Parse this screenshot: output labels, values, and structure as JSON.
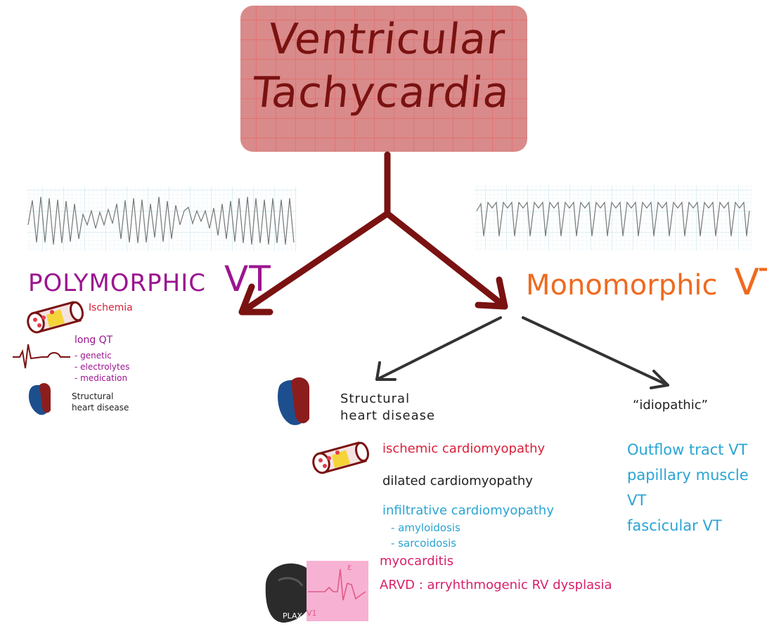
{
  "title": {
    "line1": "Ventricular",
    "line2": "Tachycardia"
  },
  "polymorphic": {
    "title_word": "POLYMORPHIC",
    "title_vt": "VT",
    "ischemia": "Ischemia",
    "long_qt": "long QT",
    "long_qt_items": [
      "- genetic",
      "- electrolytes",
      "- medication"
    ],
    "structural_line1": "Structural",
    "structural_line2": "heart disease"
  },
  "monomorphic": {
    "title_word": "Monomorphic",
    "title_vt": "VT",
    "structural": {
      "line1": "Structural",
      "line2": "heart disease",
      "ischemic": "ischemic cardiomyopathy",
      "dilated": "dilated cardiomyopathy",
      "infiltrative": "infiltrative cardiomyopathy",
      "infiltrative_items": [
        "- amyloidosis",
        "- sarcoidosis"
      ],
      "myocarditis": "myocarditis",
      "arvd": "ARVD : arryhthmogenic RV dysplasia",
      "plax_label": "PLAX",
      "v1_label": "V1",
      "epsilon_label": "ε"
    },
    "idiopathic": {
      "label": "“idiopathic”",
      "items": [
        "Outflow tract VT",
        "papillary muscle VT",
        "fascicular VT"
      ]
    }
  },
  "colors": {
    "title_box": "#d98a8a",
    "title_text": "#7a1212",
    "arrow_main": "#7a1212",
    "arrow_secondary": "#333333",
    "polymorphic": "#9b1590",
    "monomorphic": "#ef6a1f",
    "red_text": "#d81f3a",
    "blue_text": "#2aa4d4",
    "pink_text": "#d81f6a",
    "ecg_grid": "#cde8ef"
  }
}
